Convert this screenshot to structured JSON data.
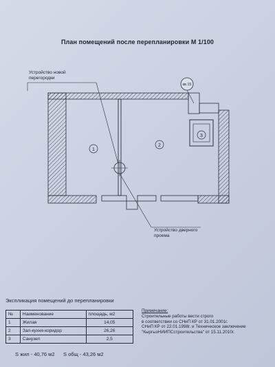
{
  "title": "План помещений после перепланировки М 1/100",
  "callouts": {
    "partition": [
      "Устройство новой",
      "перегородки"
    ],
    "door": [
      "Устройство дверного",
      "проема"
    ],
    "riser": "кв.15"
  },
  "rooms": [
    "1",
    "2",
    "3"
  ],
  "explication": {
    "title": "Экспликация помещений до перепланировки",
    "headers": [
      "№",
      "Наименование",
      "площадь, м2"
    ],
    "rows": [
      [
        "1",
        "Жилая",
        "14,05"
      ],
      [
        "2",
        "Зал-кухня-коридор",
        "26,26"
      ],
      [
        "3",
        "Санузел",
        "2,5"
      ]
    ]
  },
  "totals": {
    "living": "S жил - 40,76 м2",
    "total": "S общ - 43,26 м2"
  },
  "note": {
    "heading": "Примечание:",
    "lines": [
      "Строительные работы вести строго",
      "в соответствии со СНиП КР от 31.01.2001г.",
      "СНиП КР от 22.01.1998г. и Техническое заключение",
      "\"КыргызНИИПСстроительства\" от 15.11.2010г."
    ]
  }
}
